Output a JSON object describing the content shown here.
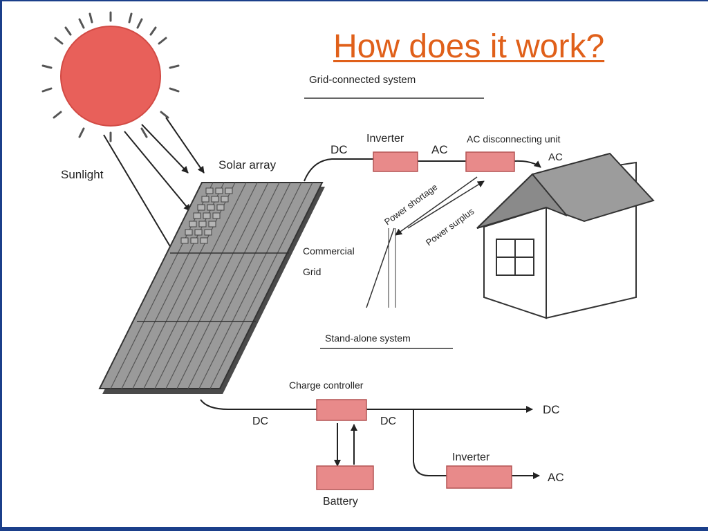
{
  "slide": {
    "title": "How does it work?"
  },
  "diagram": {
    "sections": {
      "grid_connected": "Grid-connected system",
      "stand_alone": "Stand-alone system"
    },
    "labels": {
      "sunlight": "Sunlight",
      "solar_array": "Solar array",
      "dc_top": "DC",
      "inverter_top": "Inverter",
      "ac_top": "AC",
      "ac_disconnect": "AC disconnecting unit",
      "ac_house": "AC",
      "power_shortage": "Power shortage",
      "power_surplus": "Power surplus",
      "commercial": "Commercial",
      "grid": "Grid",
      "charge_controller": "Charge controller",
      "dc_left": "DC",
      "dc_mid": "DC",
      "dc_out": "DC",
      "inverter_bottom": "Inverter",
      "ac_out": "AC",
      "battery": "Battery"
    },
    "colors": {
      "sun": "#e8605a",
      "box": "#e88a8a",
      "panel": "#9a9a9a",
      "roof": "#9c9c9c",
      "title": "#e0601a",
      "frame": "#1b3f8a"
    }
  }
}
